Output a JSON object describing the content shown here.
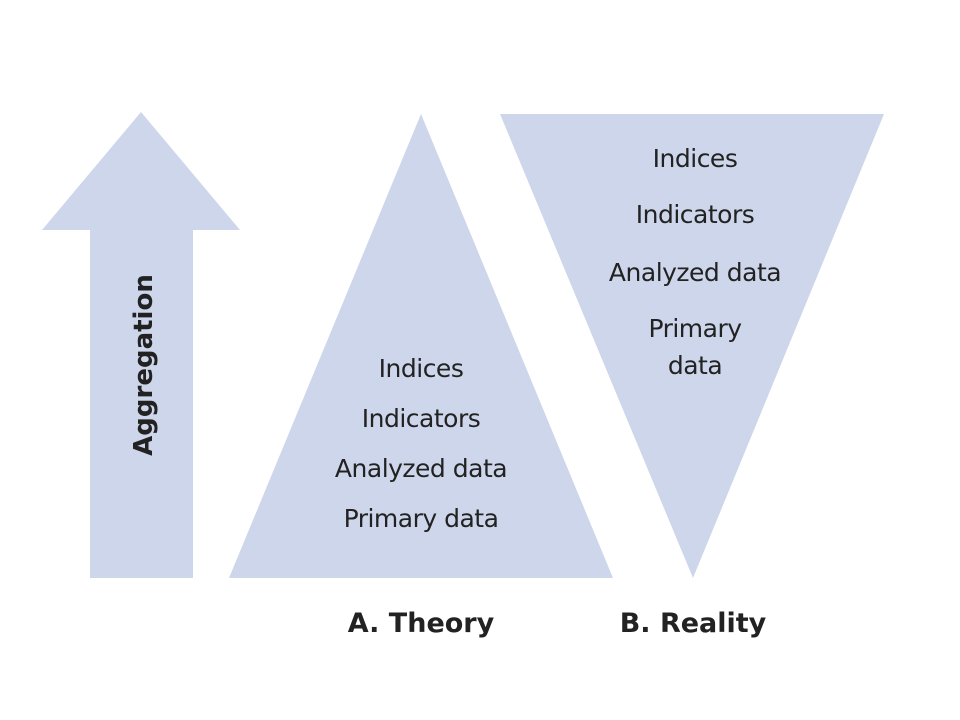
{
  "colors": {
    "shape_fill": "#cdd6ea",
    "text": "#222222",
    "background": "#ffffff"
  },
  "arrow": {
    "label": "Aggregation"
  },
  "theory": {
    "caption": "A. Theory",
    "levels": [
      "Indices",
      "Indicators",
      "Analyzed data",
      "Primary data"
    ]
  },
  "reality": {
    "caption": "B. Reality",
    "levels": [
      "Indices",
      "Indicators",
      "Analyzed data",
      "Primary",
      "data"
    ]
  }
}
